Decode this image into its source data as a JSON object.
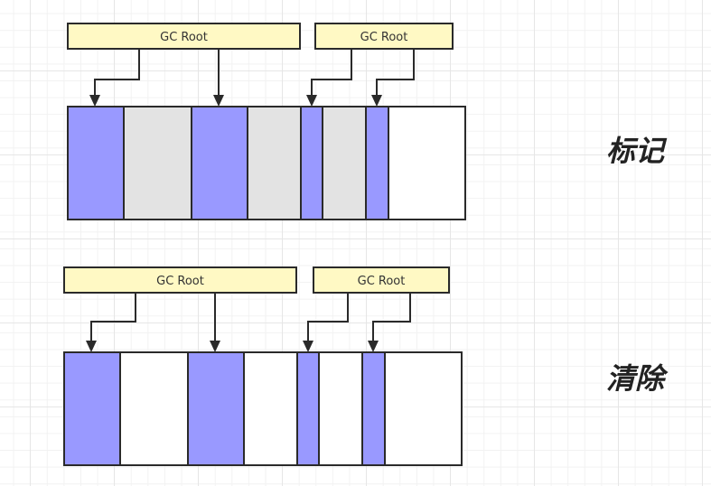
{
  "colors": {
    "reachable": "#9999ff",
    "garbage": "#e3e3e3",
    "free": "#ffffff",
    "root_box": "#fff9c4",
    "stroke": "#2a2a2a"
  },
  "panels": [
    {
      "id": "mark",
      "label": "标记",
      "roots": [
        {
          "label": "GC Root",
          "targets": [
            0,
            2
          ]
        },
        {
          "label": "GC Root",
          "targets": [
            4,
            6
          ]
        }
      ],
      "blocks": [
        {
          "state": "reachable",
          "size": 62
        },
        {
          "state": "garbage",
          "size": 75
        },
        {
          "state": "reachable",
          "size": 62
        },
        {
          "state": "garbage",
          "size": 59
        },
        {
          "state": "reachable",
          "size": 24
        },
        {
          "state": "garbage",
          "size": 48
        },
        {
          "state": "reachable",
          "size": 25
        },
        {
          "state": "free",
          "size": 85
        }
      ]
    },
    {
      "id": "sweep",
      "label": "清除",
      "roots": [
        {
          "label": "GC Root",
          "targets": [
            0,
            2
          ]
        },
        {
          "label": "GC Root",
          "targets": [
            4,
            6
          ]
        }
      ],
      "blocks": [
        {
          "state": "reachable",
          "size": 62
        },
        {
          "state": "free",
          "size": 75
        },
        {
          "state": "reachable",
          "size": 62
        },
        {
          "state": "free",
          "size": 59
        },
        {
          "state": "reachable",
          "size": 24
        },
        {
          "state": "free",
          "size": 48
        },
        {
          "state": "reachable",
          "size": 25
        },
        {
          "state": "free",
          "size": 85
        }
      ]
    }
  ]
}
